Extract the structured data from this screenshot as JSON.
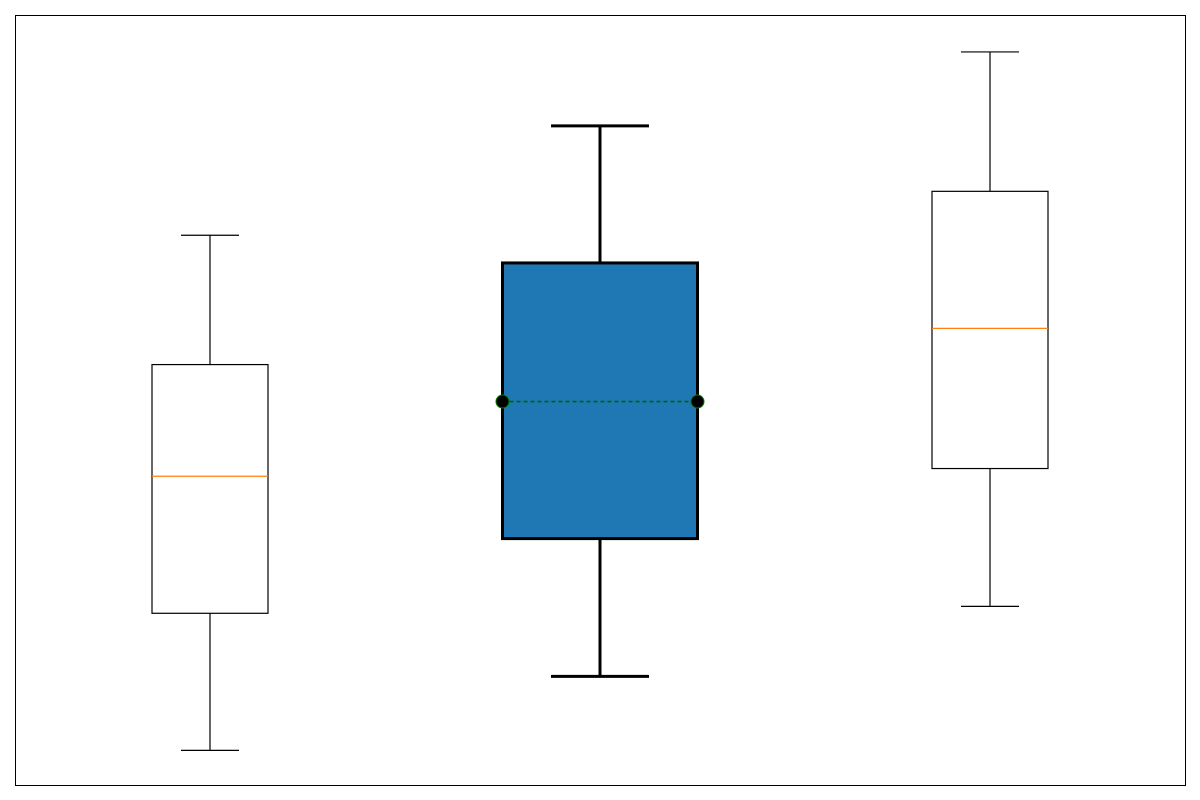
{
  "chart_data": {
    "type": "boxplot",
    "title": "",
    "xlabel": "",
    "ylabel": "",
    "axes_visible": false,
    "ylim": [
      0,
      100
    ],
    "grid": false,
    "boxes": [
      {
        "whisker_low": 4.5,
        "q1": 22.3,
        "median": 40.1,
        "q3": 54.6,
        "whisker_high": 71.4,
        "fill": "none",
        "edge_color": "#000000",
        "median_color": "#ff7f0e",
        "median_style": "solid",
        "emphasized": false
      },
      {
        "whisker_low": 14.1,
        "q1": 32.0,
        "median": 49.8,
        "q3": 67.8,
        "whisker_high": 85.6,
        "fill": "#1f77b4",
        "edge_color": "#000000",
        "median_color": "#006400",
        "median_style": "dashed",
        "median_markers": true,
        "emphasized": true
      },
      {
        "whisker_low": 23.2,
        "q1": 41.1,
        "median": 59.3,
        "q3": 77.1,
        "whisker_high": 95.2,
        "fill": "none",
        "edge_color": "#000000",
        "median_color": "#ff7f0e",
        "median_style": "solid",
        "emphasized": false
      }
    ]
  }
}
